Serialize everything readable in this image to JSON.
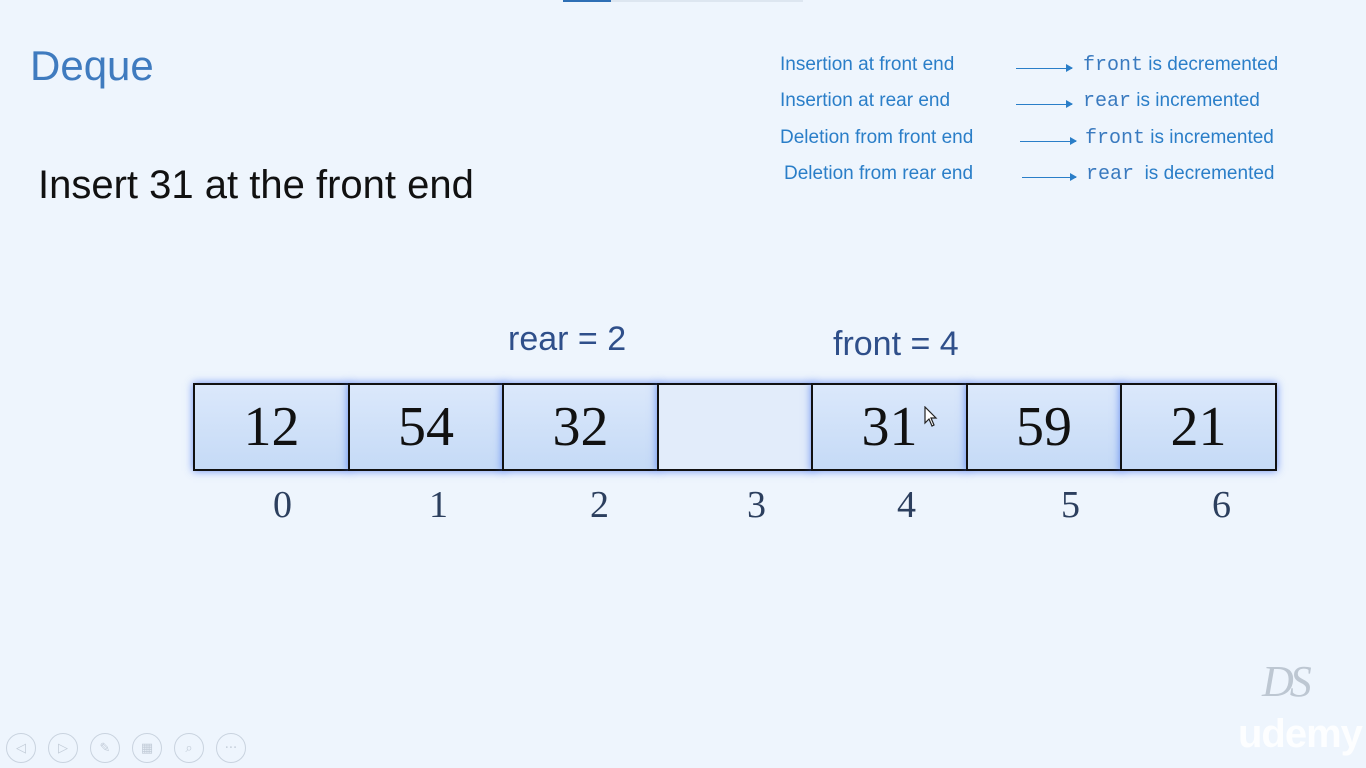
{
  "slide": {
    "title": "Deque",
    "subtitle": "Insert 31 at the front end"
  },
  "legend": [
    {
      "label": "Insertion at front end",
      "code": "front",
      "result": "is decremented"
    },
    {
      "label": "Insertion at rear end",
      "code": "rear",
      "result": "is incremented"
    },
    {
      "label": "Deletion from front end",
      "code": "front",
      "result": "is incremented"
    },
    {
      "label": "Deletion from rear end",
      "code": "rear",
      "result": "is decremented"
    }
  ],
  "pointers": {
    "rear": "rear = 2",
    "front": "front = 4"
  },
  "array": {
    "cells": [
      "12",
      "54",
      "32",
      "",
      "31",
      "59",
      "21"
    ],
    "indices": [
      "0",
      "1",
      "2",
      "3",
      "4",
      "5",
      "6"
    ]
  },
  "watermarks": {
    "logo": "DS",
    "brand": "udemy"
  },
  "controls": [
    {
      "icon": "prev-icon",
      "glyph": "◁"
    },
    {
      "icon": "next-icon",
      "glyph": "▷"
    },
    {
      "icon": "pen-icon",
      "glyph": "✎"
    },
    {
      "icon": "slides-icon",
      "glyph": "▦"
    },
    {
      "icon": "zoom-icon",
      "glyph": "⌕"
    },
    {
      "icon": "more-icon",
      "glyph": "···"
    }
  ]
}
